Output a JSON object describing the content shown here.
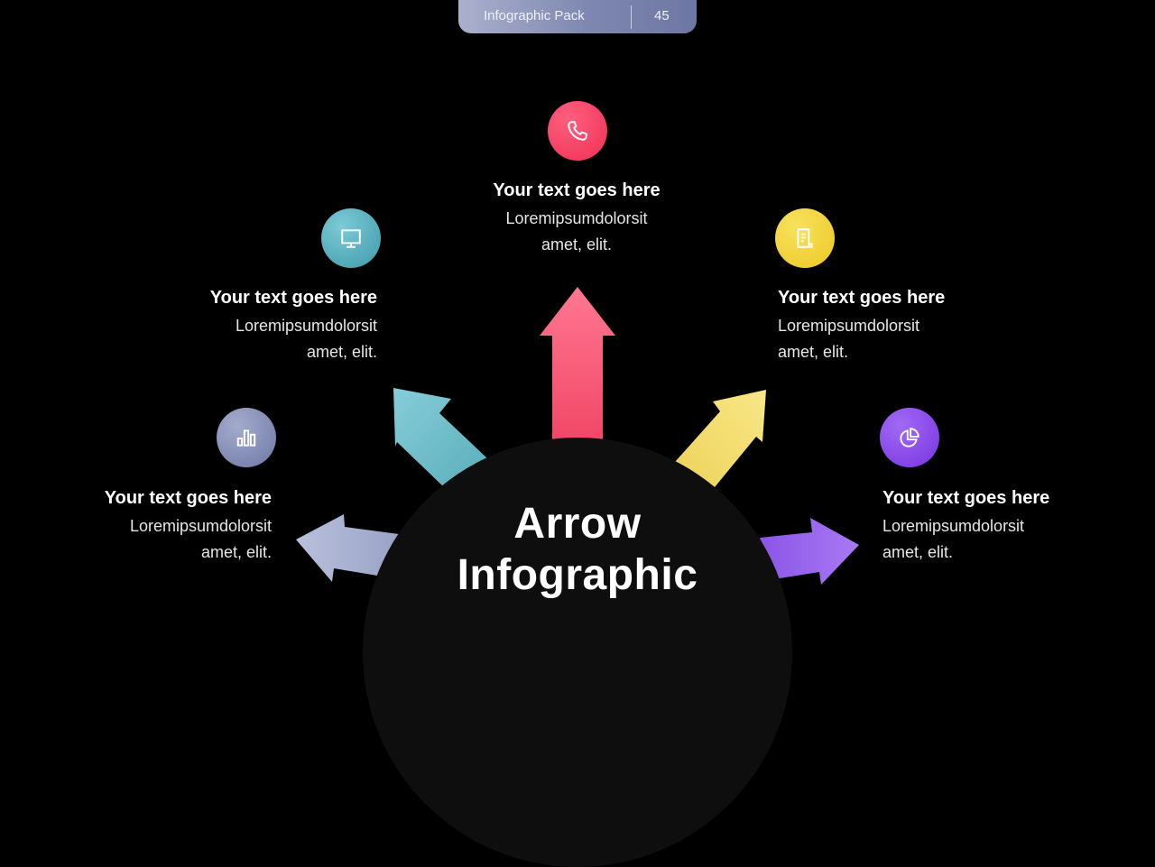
{
  "header": {
    "title": "Infographic Pack",
    "page_number": "45"
  },
  "hub": {
    "title_line1": "Arrow",
    "title_line2": "Infographic"
  },
  "items": [
    {
      "id": "top",
      "heading": "Your text goes here",
      "body_line1": "Loremipsumdolorsit",
      "body_line2": "amet, elit.",
      "icon": "phone-icon",
      "color": "#f2456a",
      "arrow_color": "#ff6f87"
    },
    {
      "id": "upper-left",
      "heading": "Your text goes here",
      "body_line1": "Loremipsumdolorsit",
      "body_line2": "amet, elit.",
      "icon": "monitor-icon",
      "color": "#4aa6b6",
      "arrow_color": "#7fc8d4"
    },
    {
      "id": "upper-right",
      "heading": "Your text goes here",
      "body_line1": "Loremipsumdolorsit",
      "body_line2": "amet, elit.",
      "icon": "document-icon",
      "color": "#f2d230",
      "arrow_color": "#f6e27a"
    },
    {
      "id": "lower-left",
      "heading": "Your text goes here",
      "body_line1": "Loremipsumdolorsit",
      "body_line2": "amet, elit.",
      "icon": "bar-chart-icon",
      "color": "#7f88b3",
      "arrow_color": "#a9b2d3"
    },
    {
      "id": "lower-right",
      "heading": "Your text goes here",
      "body_line1": "Loremipsumdolorsit",
      "body_line2": "amet, elit.",
      "icon": "pie-chart-icon",
      "color": "#8a46e8",
      "arrow_color": "#9f6ff2"
    }
  ]
}
